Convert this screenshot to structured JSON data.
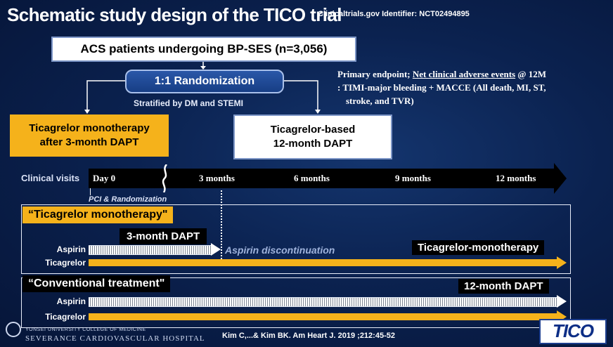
{
  "header": {
    "title": "Schematic study design of the TICO trial",
    "trial_id": "Clinicaltrials.gov Identifier: NCT02494895"
  },
  "flow": {
    "patients": "ACS patients undergoing BP-SES (n=3,056)",
    "randomization": "1:1 Randomization",
    "stratified": "Stratified by DM and STEMI",
    "arm_left": [
      "Ticagrelor monotherapy",
      "after 3-month DAPT"
    ],
    "arm_right": [
      "Ticagrelor-based",
      "12-month DAPT"
    ]
  },
  "endpoint": {
    "line1_prefix": "Primary endpoint; ",
    "line1_underlined": "Net clinical adverse events",
    "line1_suffix": " @ 12M",
    "line2": ": TIMI-major bleeding + MACCE (All death, MI, ST,",
    "line3": "stroke, and TVR)"
  },
  "timeline": {
    "label": "Clinical visits",
    "day0": "Day 0",
    "ticks": [
      "3 months",
      "6 months",
      "9 months",
      "12 months"
    ],
    "pci_label": "PCI & Randomization"
  },
  "panel_mono": {
    "label": "“Ticagrelor monotherapy\"",
    "dapt_label": "3-month DAPT",
    "aspirin": "Aspirin",
    "ticagrelor": "Ticagrelor",
    "discontinuation": "Aspirin discontinuation",
    "mono_label": "Ticagrelor-monotherapy"
  },
  "panel_conv": {
    "label": "“Conventional treatment\"",
    "dapt_label": "12-month DAPT",
    "aspirin": "Aspirin",
    "ticagrelor": "Ticagrelor"
  },
  "footer": {
    "citation": "Kim C,...& Kim BK. Am Heart J. 2019 ;212:45-52",
    "hospital_sub": "YONSEI UNIVERSITY COLLEGE OF MEDICINE",
    "hospital_name": "SEVERANCE CARDIOVASCULAR HOSPITAL",
    "tico_logo": "TICO"
  },
  "colors": {
    "background": "#0b2250",
    "accent_yellow": "#f5b21b",
    "panel_black": "#000000"
  }
}
